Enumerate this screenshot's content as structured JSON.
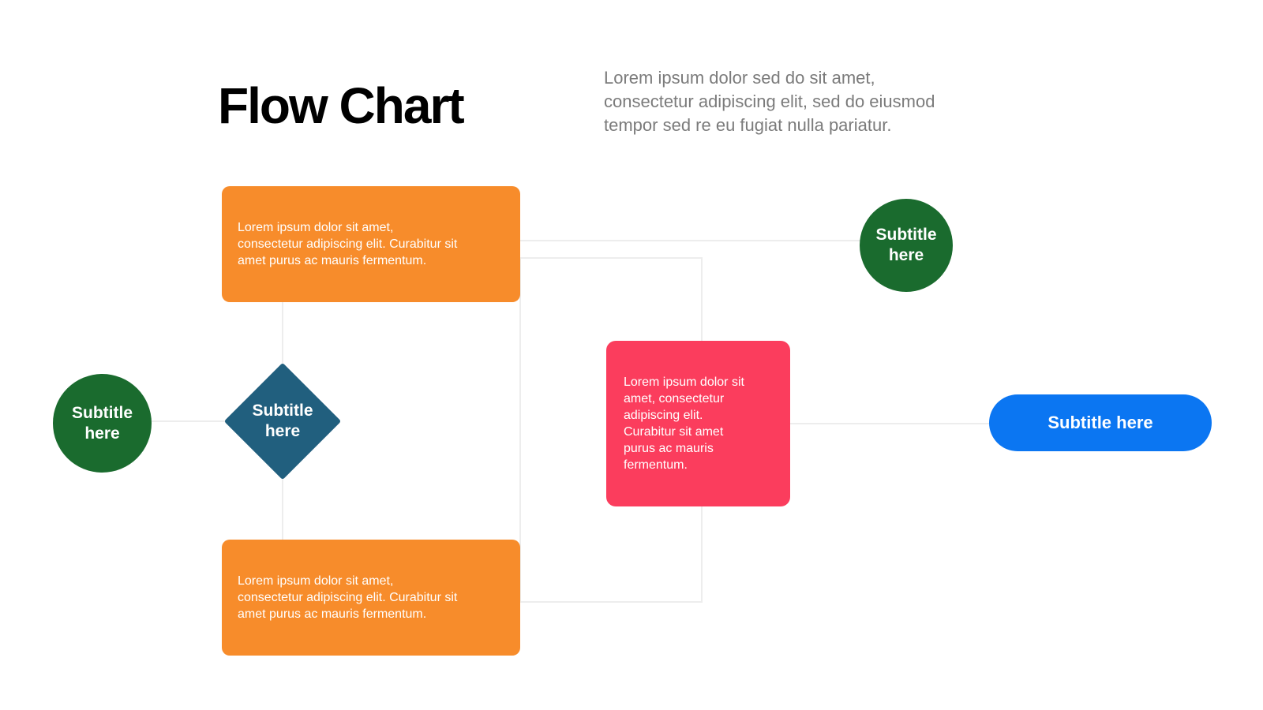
{
  "header": {
    "title": "Flow Chart",
    "description": "Lorem ipsum dolor sed do sit amet,\nconsectetur adipiscing elit, sed do eiusmod\ntempor sed re eu fugiat nulla pariatur."
  },
  "colors": {
    "orange": "#f78c2b",
    "red": "#fb3d5d",
    "green": "#1a6b2e",
    "teal": "#215f7e",
    "blue": "#0b76f2",
    "connector": "#ededed",
    "title_text": "#000000",
    "description_text": "#7b7b7b"
  },
  "nodes": {
    "orange_top": {
      "text": "Lorem ipsum dolor sit amet,\nconsectetur adipiscing elit. Curabitur sit\namet purus ac mauris fermentum."
    },
    "orange_bottom": {
      "text": "Lorem ipsum dolor sit amet,\nconsectetur adipiscing elit. Curabitur sit\namet purus ac mauris fermentum."
    },
    "red_card": {
      "text": "Lorem ipsum dolor sit\namet, consectetur\nadipiscing elit.\nCurabitur sit amet\npurus ac mauris\nfermentum."
    },
    "circle_left": {
      "label": "Subtitle\nhere"
    },
    "circle_right": {
      "label": "Subtitle\nhere"
    },
    "diamond": {
      "label": "Subtitle\nhere"
    },
    "pill": {
      "label": "Subtitle here"
    }
  }
}
